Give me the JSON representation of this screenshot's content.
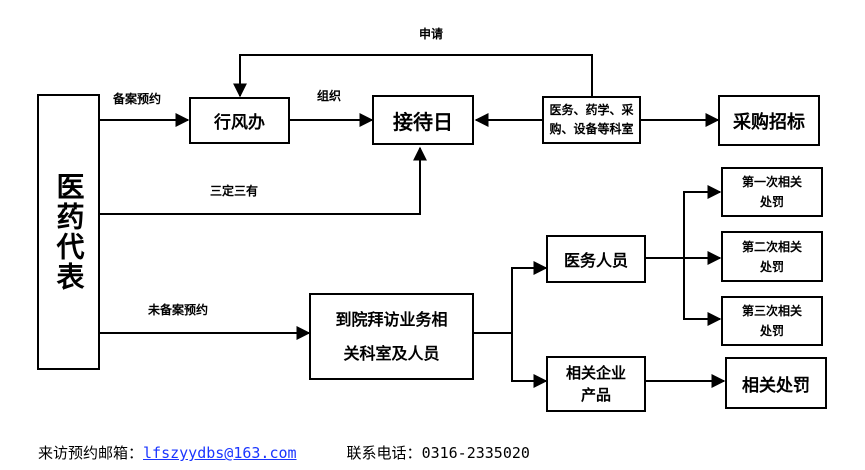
{
  "nodes": {
    "rep": "医药代表",
    "xingfeng": "行风办",
    "jiedai": "接待日",
    "depts": [
      "医务、药学、采",
      "购、设备等科室"
    ],
    "caigou": "采购招标",
    "visit": [
      "到院拜访业务相",
      "关科室及人员"
    ],
    "yiwu": "医务人员",
    "product": [
      "相关企业",
      "产品"
    ],
    "first": [
      "第一次相关",
      "处罚"
    ],
    "second": [
      "第二次相关",
      "处罚"
    ],
    "third": [
      "第三次相关",
      "处罚"
    ],
    "penalty": "相关处罚"
  },
  "labels": {
    "apply": "申请",
    "registered": "备案预约",
    "organize": "组织",
    "three": "三定三有",
    "unregistered": "未备案预约"
  },
  "footer": {
    "email_label": "来访预约邮箱：",
    "email": "lfszyydbs@163.com",
    "phone_label": "联系电话：",
    "phone": "0316-2335020"
  },
  "colors": {
    "link": "#1a35ff",
    "line": "#000000"
  }
}
